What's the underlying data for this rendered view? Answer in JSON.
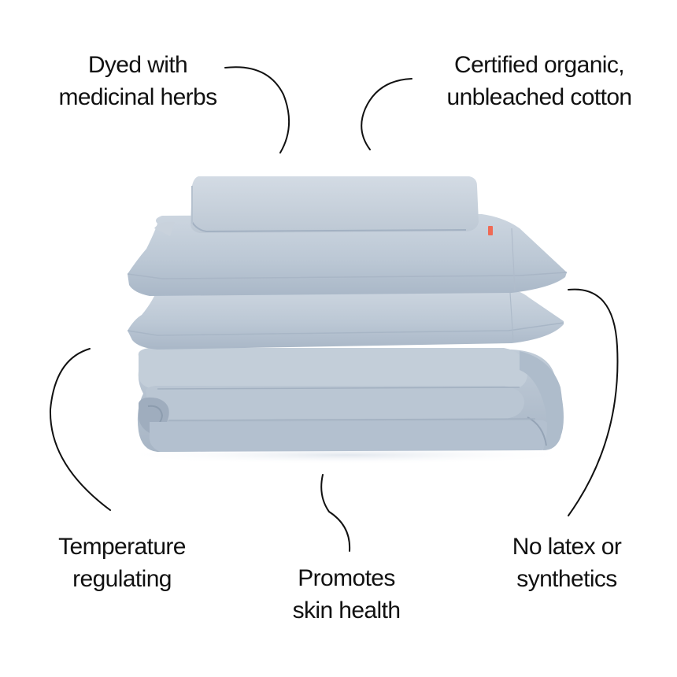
{
  "image": {
    "subject": "stack of folded light blue bedding: flat sheet, two pillowcases, duvet cover",
    "colors": {
      "background": "#ffffff",
      "fabric": "#b9c5d2",
      "fabric_light": "#c8d2dd",
      "fabric_shadow": "#9aa9ba",
      "tag": "#ef6a55",
      "text": "#111111",
      "leader_line": "#111111"
    }
  },
  "callouts": {
    "dyed": {
      "line1": "Dyed with",
      "line2": "medicinal herbs"
    },
    "certified": {
      "line1": "Certified organic,",
      "line2": "unbleached cotton"
    },
    "temperature": {
      "line1": "Temperature",
      "line2": "regulating"
    },
    "skin": {
      "line1": "Promotes",
      "line2": "skin health"
    },
    "latex": {
      "line1": "No latex or",
      "line2": "synthetics"
    }
  }
}
